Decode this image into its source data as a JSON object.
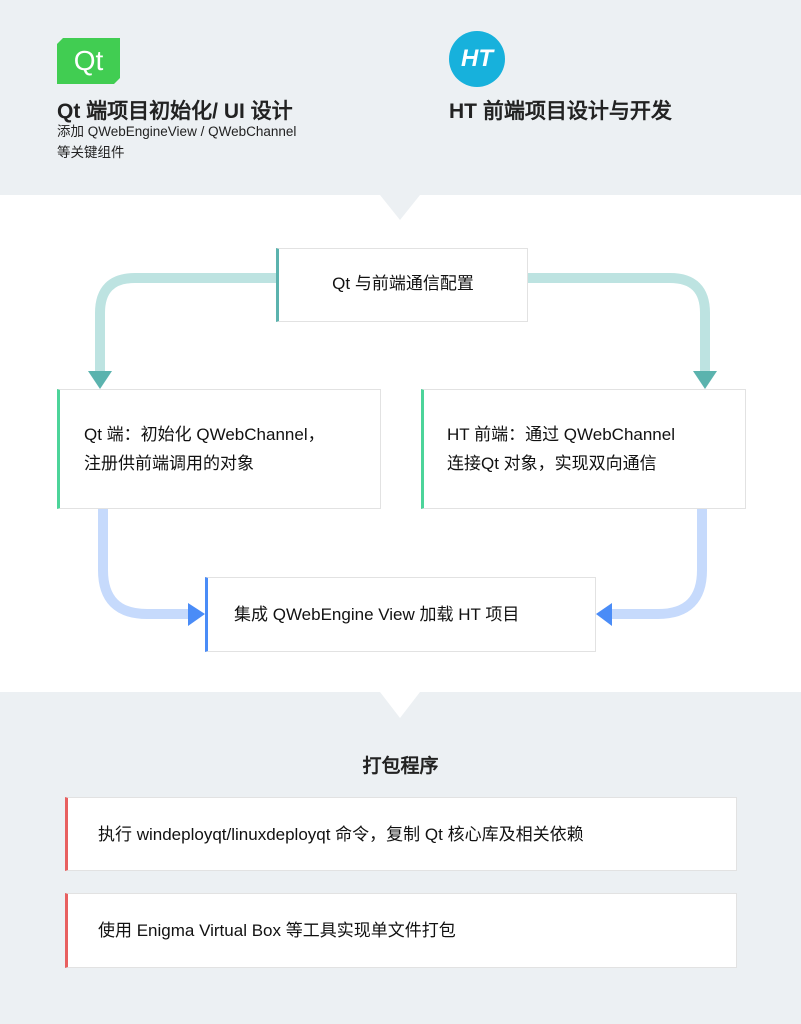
{
  "top": {
    "qt_logo_text": "Qt",
    "qt_title": "Qt 端项目初始化/ UI 设计",
    "qt_sub_line1": "添加 QWebEngineView / QWebChannel",
    "qt_sub_line2": "等关键组件",
    "ht_logo_text": "HT",
    "ht_title": "HT 前端项目设计与开发"
  },
  "flow": {
    "config": "Qt 与前端通信配置",
    "qt_side_line1": "Qt 端：初始化 QWebChannel，",
    "qt_side_line2": "注册供前端调用的对象",
    "ht_side_line1": "HT 前端：通过 QWebChannel",
    "ht_side_line2": "连接Qt 对象，实现双向通信",
    "integrate": "集成 QWebEngine View 加载 HT 项目"
  },
  "packaging": {
    "title": "打包程序",
    "steps": [
      "执行 windeployqt/linuxdeployqt 命令，复制 Qt 核心库及相关依赖",
      "使用 Enigma Virtual Box 等工具实现单文件打包"
    ]
  },
  "colors": {
    "qt_green": "#41cd52",
    "ht_blue": "#17b1dc",
    "teal": "#5bb3ae",
    "green": "#4cd49a",
    "blue": "#4a8cf7",
    "red": "#e86060"
  }
}
